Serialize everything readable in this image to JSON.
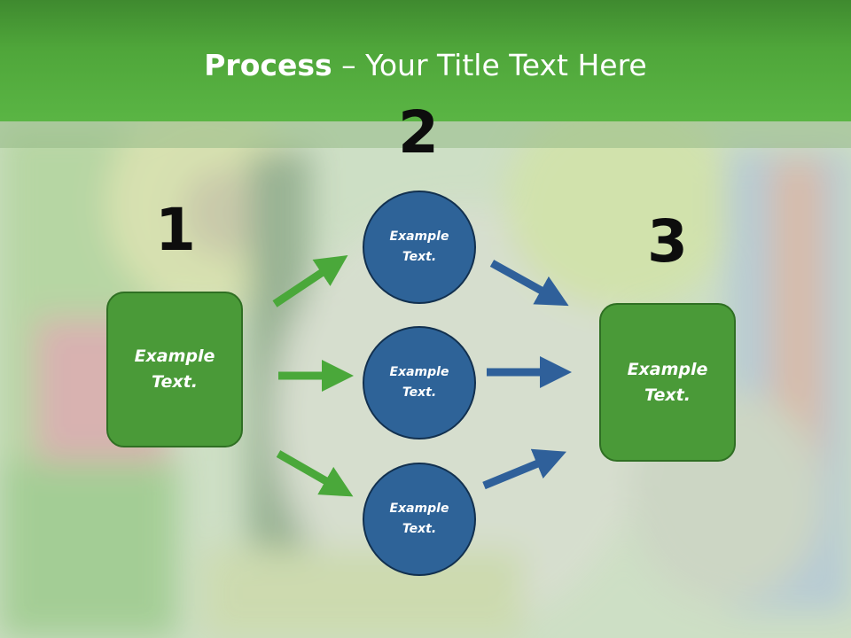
{
  "slide": {
    "title_bold": "Process",
    "title_rest": " – Your Title Text Here"
  },
  "steps": {
    "step1_number": "1",
    "step2_number": "2",
    "step3_number": "3"
  },
  "nodes": {
    "left_box": "Example Text.",
    "circle_top": "Example Text.",
    "circle_middle": "Example Text.",
    "circle_bottom": "Example Text.",
    "right_box": "Example Text."
  },
  "colors": {
    "header_green": "#4fa63a",
    "box_green": "#4a9a38",
    "circle_blue": "#2e6398",
    "arrow_green": "#4aa83a",
    "arrow_blue": "#2f609a"
  }
}
